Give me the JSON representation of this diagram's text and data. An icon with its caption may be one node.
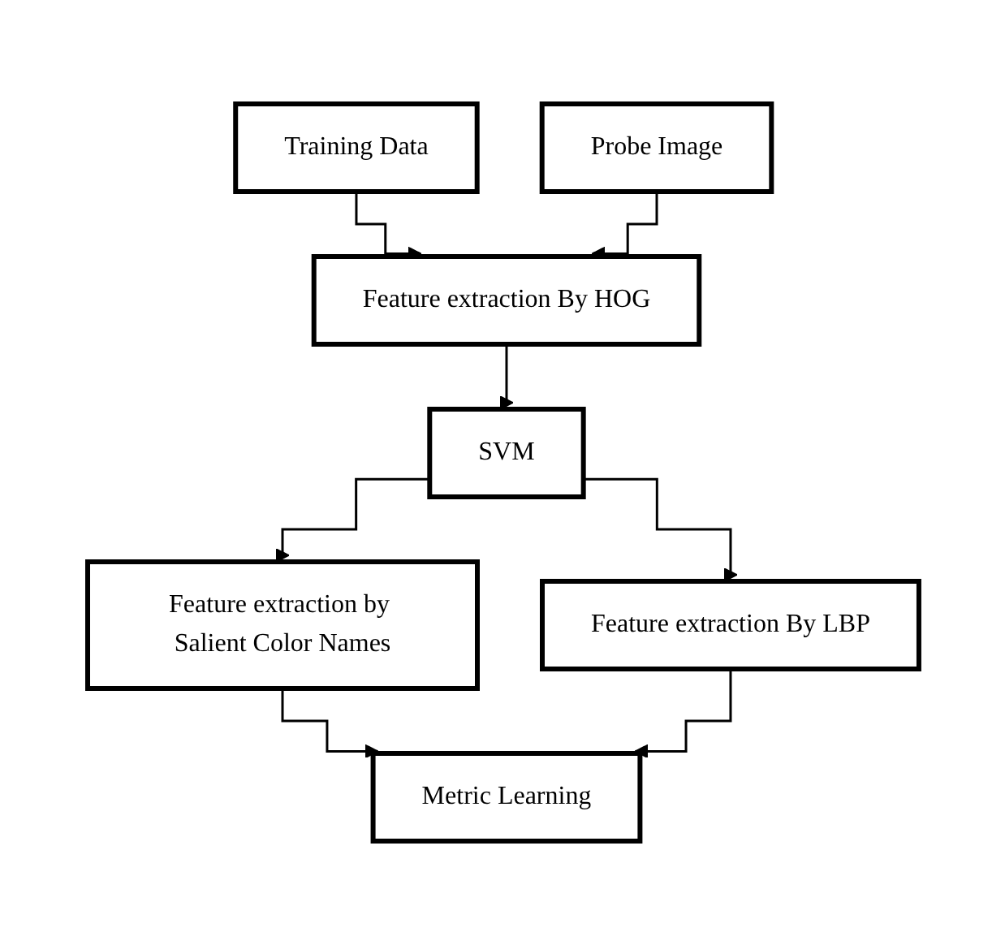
{
  "diagram": {
    "nodes": [
      {
        "text": [
          "Training Data"
        ]
      },
      {
        "text": [
          "Probe Image"
        ]
      },
      {
        "text": [
          "Feature extraction By HOG"
        ]
      },
      {
        "text": [
          "SVM"
        ]
      },
      {
        "text": [
          "Feature extraction by Salient Color Names"
        ]
      },
      {
        "text": [
          "Feature extraction By LBP"
        ]
      },
      {
        "text": [
          "Metric Learning"
        ]
      }
    ],
    "edges": [
      {
        "from": 0,
        "to": 2,
        "arrow": "to"
      },
      {
        "from": 1,
        "to": 2,
        "arrow": "to"
      },
      {
        "from": 2,
        "to": 3,
        "arrow": "to"
      },
      {
        "from": 3,
        "to": 4,
        "arrow": "to"
      },
      {
        "from": 3,
        "to": 5,
        "arrow": "to"
      },
      {
        "from": 4,
        "to": 6,
        "arrow": "to"
      },
      {
        "from": 5,
        "to": 6,
        "arrow": "to"
      }
    ]
  }
}
